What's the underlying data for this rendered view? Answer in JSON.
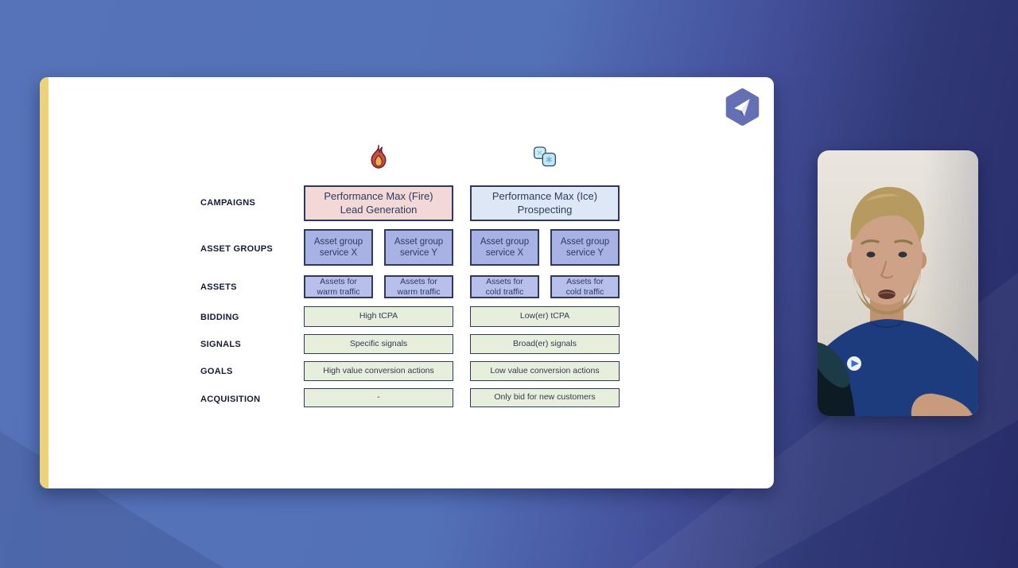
{
  "diagram": {
    "row_labels": [
      "CAMPAIGNS",
      "ASSET GROUPS",
      "ASSETS",
      "BIDDING",
      "SIGNALS",
      "GOALS",
      "ACQUISITION"
    ],
    "columns": [
      {
        "icon": "fire-icon",
        "campaign": {
          "line1": "Performance Max (Fire)",
          "line2": "Lead Generation"
        },
        "asset_groups": [
          {
            "line1": "Asset group",
            "line2": "service X"
          },
          {
            "line1": "Asset group",
            "line2": "service Y"
          }
        ],
        "assets": [
          {
            "line1": "Assets for",
            "line2": "warm traffic"
          },
          {
            "line1": "Assets for",
            "line2": "warm traffic"
          }
        ],
        "bidding": "High tCPA",
        "signals": "Specific signals",
        "goals": "High value conversion actions",
        "acquisition": "-"
      },
      {
        "icon": "ice-icon",
        "campaign": {
          "line1": "Performance Max (Ice)",
          "line2": "Prospecting"
        },
        "asset_groups": [
          {
            "line1": "Asset group",
            "line2": "service X"
          },
          {
            "line1": "Asset group",
            "line2": "service Y"
          }
        ],
        "assets": [
          {
            "line1": "Assets for",
            "line2": "cold traffic"
          },
          {
            "line1": "Assets for",
            "line2": "cold traffic"
          }
        ],
        "bidding": "Low(er) tCPA",
        "signals": "Broad(er) signals",
        "goals": "Low value conversion actions",
        "acquisition": "Only bid for new customers"
      }
    ]
  },
  "colors": {
    "background_blue": "#5673b9",
    "background_navy": "#272c68",
    "slide_accent": "#edd279",
    "box_border": "#2e3a5c",
    "campaign_fire_fill": "#f2d8d6",
    "campaign_ice_fill": "#dde7f5",
    "asset_group_fill": "#a9b2e4",
    "assets_fill": "#b7bfea",
    "green_fill": "#e7eedb",
    "logo_fill": "#656fb3"
  }
}
